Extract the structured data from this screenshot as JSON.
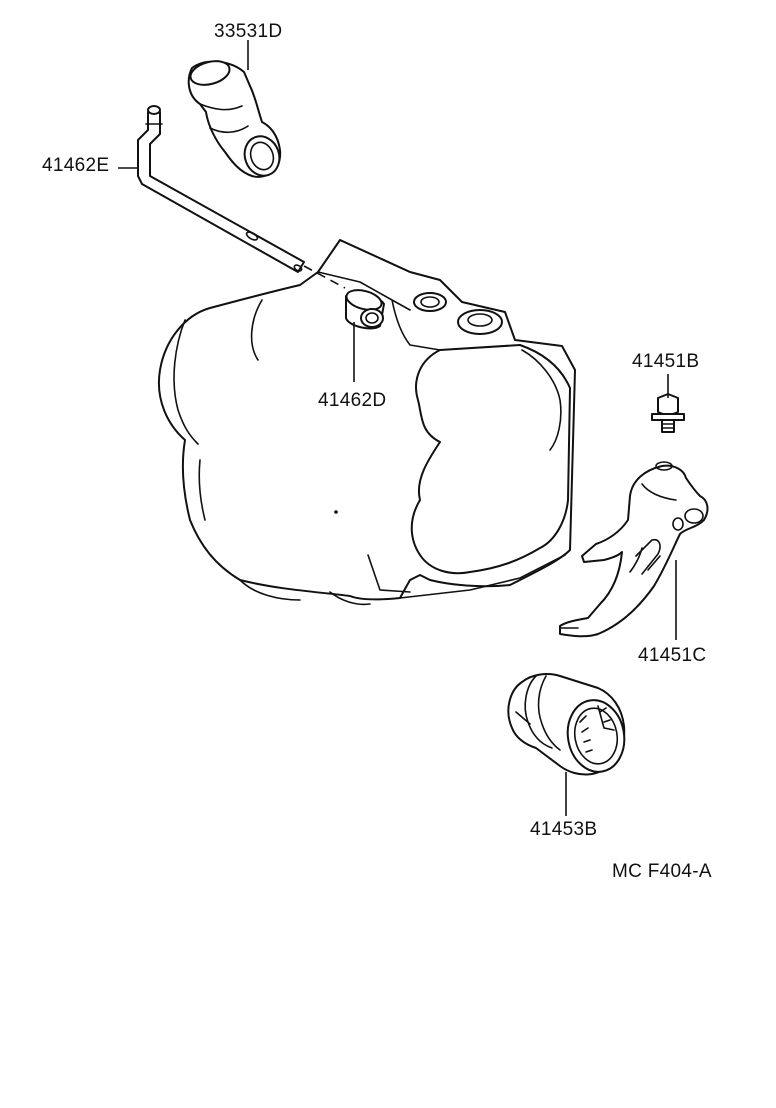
{
  "parts": [
    {
      "id": "33531D",
      "label": "33531D",
      "icon": "breather-hose-icon"
    },
    {
      "id": "41462E",
      "label": "41462E",
      "icon": "shift-rod-icon"
    },
    {
      "id": "41462D",
      "label": "41462D",
      "icon": "bushing-icon"
    },
    {
      "id": "41451B",
      "label": "41451B",
      "icon": "bolt-icon"
    },
    {
      "id": "41451C",
      "label": "41451C",
      "icon": "shift-fork-icon"
    },
    {
      "id": "41453B",
      "label": "41453B",
      "icon": "coupling-sleeve-icon"
    }
  ],
  "figure_code": "MC F404-A",
  "colors": {
    "line": "#111111",
    "background": "#ffffff"
  }
}
